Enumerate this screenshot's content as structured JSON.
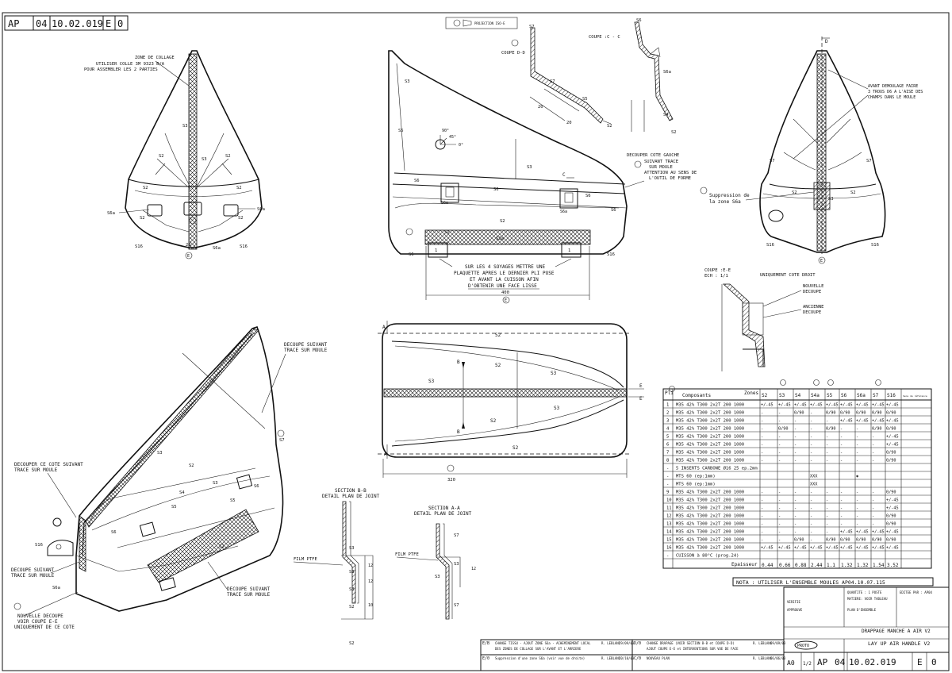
{
  "header": {
    "ref_parts": [
      "AP",
      "04",
      "10.02.019",
      "E",
      "0"
    ],
    "projection": "PROJECTION ISO-E"
  },
  "view_tl": {
    "note_lines": [
      "ZONE DE COLLAGE",
      "UTILISER COLLE 3M 9323 B/A",
      "POUR ASSEMBLER LES 2 PARTIES"
    ],
    "labels": [
      "S3",
      "S3",
      "S2",
      "S2",
      "S2",
      "S2",
      "S6a",
      "S6a",
      "S2",
      "S2",
      "S16",
      "S16",
      "20",
      "S6a"
    ],
    "marker": "E"
  },
  "view_tc": {
    "coupe_dd": "COUPE D-D",
    "coupe_cc": "COUPE :C - C",
    "dd_labels": [
      "S7",
      "S7",
      "S5",
      "S2",
      "20",
      "20"
    ],
    "cc_labels": [
      "S6",
      "S6a",
      "S4",
      "S2"
    ],
    "angles": [
      "90°",
      "45°",
      "0°"
    ],
    "body_labels": [
      "S3",
      "S5",
      "S3",
      "S6",
      "S6",
      "S2",
      "S2",
      "S6",
      "S6",
      "S6",
      "S6a",
      "S6a",
      "S16"
    ],
    "c_label": "C",
    "decouper_lines": [
      "DECOUPER COTE GAUCHE",
      "SUIVANT TRACE",
      "SUR MOULE",
      "ATTENTION AU SENS DE",
      "L'OUTIL DE FORME"
    ],
    "insert_note_lines": [
      "SUR LES 4 SOYAGES METTRE UNE",
      "PLAQUETTE APRES LE DERNIER PLI POSE",
      "ET AVANT LA CUISSON AFIN",
      "D'OBTENIR UNE FACE LISSE"
    ],
    "dim": "400",
    "marker": "E",
    "insert_labels": [
      "1",
      "1",
      "S3a"
    ]
  },
  "view_tr": {
    "note_lines": [
      "AVANT DEMOULAGE FAIRE",
      "3 TROUS D6 A L'AISE DES",
      "CHAMPS DANS LE MOULE"
    ],
    "d_label": "D",
    "labels": [
      "S7",
      "S7",
      "S2",
      "S2",
      "S3",
      "S16",
      "S16"
    ],
    "suppression_lines": [
      "Suppression de",
      "la zone S6a"
    ],
    "marker": "E"
  },
  "view_ee": {
    "coupe_lines": [
      "COUPE :E-E",
      "ECH : 1/1"
    ],
    "title": "UNIQUEMENT COTE DROIT",
    "nouvelle_lines": [
      "NOUVELLE",
      "DECOUPE"
    ],
    "ancienne_lines": [
      "ANCIENNE",
      "DECOUPE"
    ]
  },
  "view_bl": {
    "trace_lines": [
      "DECOUPE SUIVANT",
      "TRACE SUR MOULE"
    ],
    "decouper_lines": [
      "DECOUPER CE COTE SUIVANT",
      "TRACE SUR MOULE"
    ],
    "decoupe_lines": [
      "DECOUPE SUIVANT",
      "TRACE SUR MOULE"
    ],
    "decoupe2_lines": [
      "DECOUPE SUIVANT",
      "TRACE SUR MOULE"
    ],
    "nouvelle_lines": [
      "NOUVELLE DECOUPE",
      "VOIR COUPE E-E",
      "UNIQUEMENT DE CE COTE"
    ],
    "labels": [
      "S2",
      "S3",
      "S3",
      "S4",
      "S5",
      "S5",
      "S6",
      "S6",
      "S7",
      "S16",
      "S6a",
      "S2"
    ]
  },
  "view_bc": {
    "labels": [
      "S2",
      "S2",
      "S3",
      "S2",
      "S3",
      "S2",
      "S3",
      "B",
      "B",
      "A",
      "A",
      "E",
      "E"
    ],
    "dim": "320"
  },
  "section_bb": {
    "title_lines": [
      "SECTION B-B",
      "DETAIL PLAN DE JOINT"
    ],
    "film": "FILM PTFE",
    "labels": [
      "S2",
      "S3",
      "S3",
      "S3",
      "S2",
      "12",
      "12",
      "10"
    ]
  },
  "section_aa": {
    "title_lines": [
      "SECTION A-A",
      "DETAIL PLAN DE JOINT"
    ],
    "film": "FILM PTFE",
    "labels": [
      "S7",
      "S3",
      "S3",
      "S7",
      "12"
    ]
  },
  "ply_table": {
    "header_left": [
      "Pli",
      "Composants",
      "Zones"
    ],
    "zones": [
      "S2",
      "S3",
      "S4",
      "S4a",
      "S5",
      "S6",
      "S6a",
      "S7",
      "S16",
      "Sens de référence"
    ],
    "rows": [
      {
        "pli": "1",
        "comp": "M35 42% T300 2x2T 200 1000",
        "cells": [
          "+/-45",
          "+/-45",
          "+/-45",
          "+/-45",
          "+/-45",
          "+/-45",
          "+/-45",
          "+/-45",
          "+/-45"
        ]
      },
      {
        "pli": "2",
        "comp": "M35 42% T300 2x2T 200 1000",
        "cells": [
          "-",
          "-",
          "0/90",
          "-",
          "0/90",
          "0/90",
          "0/90",
          "0/90",
          "0/90"
        ]
      },
      {
        "pli": "3",
        "comp": "M35 42% T300 2x2T 200 1000",
        "cells": [
          "-",
          "-",
          "-",
          "-",
          "-",
          "+/-45",
          "+/-45",
          "+/-45",
          "+/-45"
        ]
      },
      {
        "pli": "4",
        "comp": "M35 42% T300 2x2T 200 1000",
        "cells": [
          "-",
          "0/90",
          "-",
          "-",
          "0/90",
          "-",
          "-",
          "0/90",
          "0/90"
        ]
      },
      {
        "pli": "5",
        "comp": "M35 42% T300 2x2T 200 1000",
        "cells": [
          "-",
          "-",
          "-",
          "-",
          "-",
          "-",
          "-",
          "-",
          "+/-45"
        ]
      },
      {
        "pli": "6",
        "comp": "M35 42% T300 2x2T 200 1000",
        "cells": [
          "-",
          "-",
          "-",
          "-",
          "-",
          "-",
          "-",
          "-",
          "+/-45"
        ]
      },
      {
        "pli": "7",
        "comp": "M35 42% T300 2x2T 200 1000",
        "cells": [
          "-",
          "-",
          "-",
          "-",
          "-",
          "-",
          "-",
          "-",
          "0/90"
        ]
      },
      {
        "pli": "8",
        "comp": "M35 42% T300 2x2T 200 1000",
        "cells": [
          "-",
          "-",
          "-",
          "-",
          "-",
          "-",
          "-",
          "-",
          "0/90"
        ]
      },
      {
        "pli": "-",
        "comp": "5 INSERTS CARBONE Ø16 25 ep.2mm",
        "cells": [
          "",
          "",
          "",
          "",
          "",
          "",
          "",
          "",
          ""
        ]
      },
      {
        "pli": "-",
        "comp": "MTS 60 (ep:1mm)",
        "cells": [
          "",
          "",
          "",
          "XXX",
          "",
          "",
          "✱",
          "",
          ""
        ]
      },
      {
        "pli": "-",
        "comp": "MTS 60 (ep:1mm)",
        "cells": [
          "",
          "",
          "",
          "XXX",
          "",
          "",
          "",
          "",
          ""
        ]
      },
      {
        "pli": "9",
        "comp": "M35 42% T300 2x2T 200 1000",
        "cells": [
          "-",
          "-",
          "-",
          "-",
          "-",
          "-",
          "-",
          "-",
          "0/90"
        ]
      },
      {
        "pli": "10",
        "comp": "M35 42% T300 2x2T 200 1000",
        "cells": [
          "-",
          "-",
          "-",
          "-",
          "-",
          "-",
          "-",
          "-",
          "+/-45"
        ]
      },
      {
        "pli": "11",
        "comp": "M35 42% T300 2x2T 200 1000",
        "cells": [
          "-",
          "-",
          "-",
          "-",
          "-",
          "-",
          "-",
          "-",
          "+/-45"
        ]
      },
      {
        "pli": "12",
        "comp": "M35 42% T300 2x2T 200 1000",
        "cells": [
          "-",
          "-",
          "-",
          "-",
          "-",
          "-",
          "-",
          "-",
          "0/90"
        ]
      },
      {
        "pli": "13",
        "comp": "M35 42% T300 2x2T 200 1000",
        "cells": [
          "-",
          "-",
          "-",
          "-",
          "-",
          "-",
          "-",
          "-",
          "0/90"
        ]
      },
      {
        "pli": "14",
        "comp": "M35 42% T300 2x2T 200 1000",
        "cells": [
          "-",
          "-",
          "-",
          "-",
          "-",
          "+/-45",
          "+/-45",
          "+/-45",
          "+/-45"
        ]
      },
      {
        "pli": "15",
        "comp": "M35 42% T300 2x2T 200 1000",
        "cells": [
          "-",
          "-",
          "0/90",
          "-",
          "0/90",
          "0/90",
          "0/90",
          "0/90",
          "0/90"
        ]
      },
      {
        "pli": "16",
        "comp": "M35 42% T300 2x2T 200 1000",
        "cells": [
          "+/-45",
          "+/-45",
          "+/-45",
          "+/-45",
          "+/-45",
          "+/-45",
          "+/-45",
          "+/-45",
          "+/-45"
        ]
      },
      {
        "pli": "-",
        "comp": "CUISSON à 80°C (prog.24)",
        "cells": [
          "",
          "",
          "",
          "",
          "",
          "",
          "",
          "",
          ""
        ]
      }
    ],
    "epaisseur_label": "Epaisseur",
    "epaisseur": [
      "0.44",
      "0.66",
      "0.88",
      "2.44",
      "1.1",
      "1.32",
      "1.32",
      "1.54",
      "3.52"
    ]
  },
  "note_bar": "NOTA : UTILISER L'ENSEMBLE MOULES AP04.10.07.115",
  "title_block": {
    "title": "DRAPPAGE MANCHE A AIR V2",
    "subtitle": "LAY UP AIR HANDLE V2",
    "company": "PROTO",
    "format": "A0",
    "scale": "1/2",
    "ref_parts": [
      "AP",
      "04",
      "10.02.019",
      "E",
      "0"
    ],
    "small_lines": [
      "QUANTITE : 1 POSTE",
      "MATIERE: VOIR TABLEAU",
      "EDITEE PAR : AP04",
      "PLAN D'ENSEMBLE",
      "VERIFIE",
      "APPROUVE"
    ]
  },
  "revisions": [
    {
      "ind": "E/B",
      "desc": "CHANGE TISSU - AJOUT ZONE S6a - ACHEMINEMENT LOCAL",
      "desc2": "DES ZONES DE COLLAGE SUR L'AVANT ET L'ARRIERE",
      "by": "R. LEBLANC",
      "date": "29/09/03"
    },
    {
      "ind": "D/0",
      "desc": "CHANGE DRAPAGE (VOIR SECTION B-B et COUPE D-D)",
      "desc2": "AJOUT COUPE E-E et INTERVENTIONS SUR VUE DE FACE",
      "by": "R. LEBLANC",
      "date": "09/09/03"
    },
    {
      "ind": "E/0",
      "desc": "Suppression d'une zone S6a (voir vue de droite)",
      "desc2": "",
      "by": "R. LEBLANC",
      "date": "20/10/03"
    },
    {
      "ind": "C/0",
      "desc": "NOUVEAU PLAN",
      "desc2": "",
      "by": "R. LEBLANC",
      "date": "06/06/03"
    }
  ]
}
